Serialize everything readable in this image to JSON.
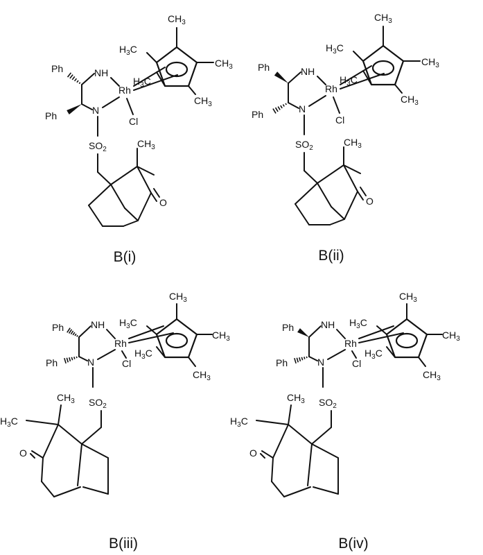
{
  "structures": [
    {
      "id": "B(i)",
      "caption": "B(i)",
      "labels": {
        "me_top": "CH3",
        "me_ul": "H3C",
        "me_r": "CH3",
        "me_ll": "H3C",
        "me_lr": "CH3",
        "ph1": "Ph",
        "ph2": "Ph",
        "nh": "NH",
        "rh": "Rh",
        "n": "N",
        "cl": "Cl",
        "so2": "SO2",
        "cs_ch3": "CH3",
        "ketone_o": "O"
      }
    },
    {
      "id": "B(ii)",
      "caption": "B(ii)",
      "labels": {
        "me_top": "CH3",
        "me_ul": "H3C",
        "me_r": "CH3",
        "me_ll": "H3C",
        "me_lr": "CH3",
        "ph1": "Ph",
        "ph2": "Ph",
        "nh": "NH",
        "rh": "Rh",
        "n": "N",
        "cl": "Cl",
        "so2": "SO2",
        "cs_ch3": "CH3",
        "ketone_o": "O"
      }
    },
    {
      "id": "B(iii)",
      "caption": "B(iii)",
      "labels": {
        "me_top": "CH3",
        "me_ul": "H3C",
        "me_r": "CH3",
        "me_ll": "H3C",
        "me_lr": "CH3",
        "ph1": "Ph",
        "ph2": "Ph",
        "nh": "NH",
        "rh": "Rh",
        "n": "N",
        "cl": "Cl",
        "so2": "SO2",
        "cs_ch3": "CH3",
        "cs_h3c": "H3C",
        "ketone_o": "O"
      }
    },
    {
      "id": "B(iv)",
      "caption": "B(iv)",
      "labels": {
        "me_top": "CH3",
        "me_ul": "H3C",
        "me_r": "CH3",
        "me_ll": "H3C",
        "me_lr": "CH3",
        "ph1": "Ph",
        "ph2": "Ph",
        "nh": "NH",
        "rh": "Rh",
        "n": "N",
        "cl": "Cl",
        "so2": "SO2",
        "cs_ch3": "CH3",
        "cs_h3c": "H3C",
        "ketone_o": "O"
      }
    }
  ]
}
